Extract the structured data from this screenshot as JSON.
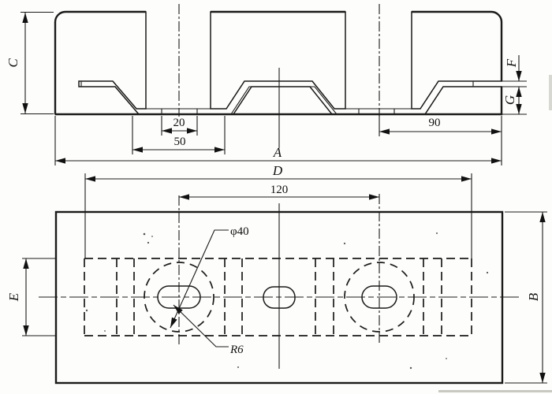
{
  "section_view": {
    "height_label": "C",
    "punch_opening_label": "20",
    "die_opening_label": "50",
    "right_span_label": "90",
    "overall_length_label": "A",
    "guide_length_label": "D",
    "hole_spacing_label": "120",
    "slit_height_label": "F",
    "land_height_label": "G"
  },
  "plan_view": {
    "guide_width_label": "E",
    "overall_width_label": "B",
    "hole_diameter_label": "φ40",
    "end_radius_label": "R6"
  }
}
